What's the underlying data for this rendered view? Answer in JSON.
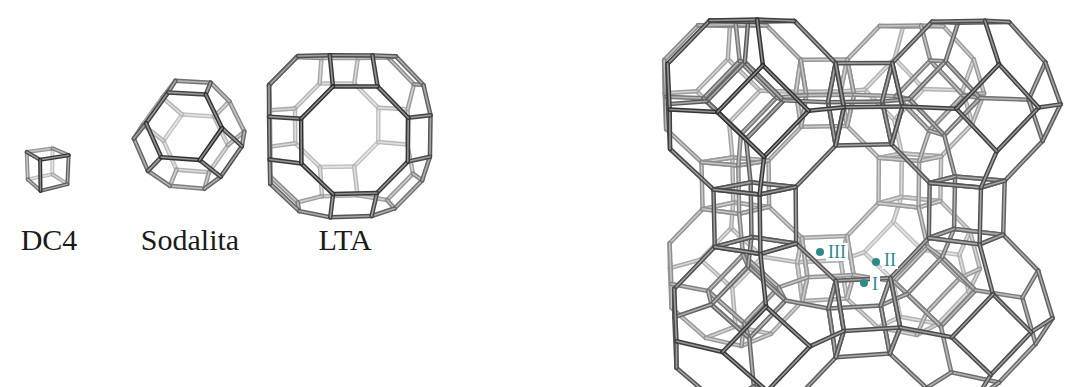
{
  "diagram": {
    "labels": [
      "DC4",
      "Sodalita",
      "LTA",
      "III",
      "II",
      "I"
    ]
  }
}
